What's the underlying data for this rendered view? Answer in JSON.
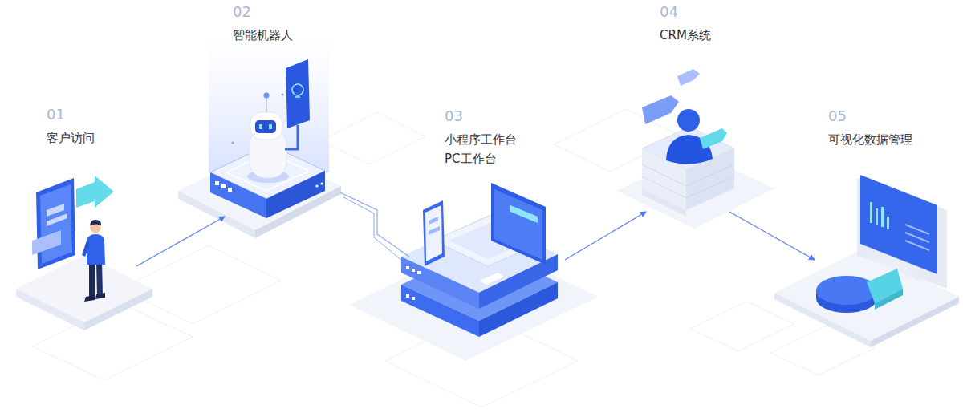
{
  "diagram": {
    "nodes": [
      {
        "text": [
          "01",
          "客户访问"
        ]
      },
      {
        "text": [
          "02",
          "智能机器人"
        ]
      },
      {
        "text": [
          "03",
          "小程序工作台 PC工作台"
        ]
      },
      {
        "text": [
          "04",
          "CRM系统"
        ]
      },
      {
        "text": [
          "05",
          "可视化数据管理"
        ]
      }
    ],
    "edges": [
      {
        "from": 0,
        "to": 1,
        "arrow": "to"
      },
      {
        "from": 1,
        "to": 2,
        "arrow": "none"
      },
      {
        "from": 2,
        "to": 3,
        "arrow": "to"
      },
      {
        "from": 3,
        "to": 4,
        "arrow": "to"
      }
    ]
  }
}
